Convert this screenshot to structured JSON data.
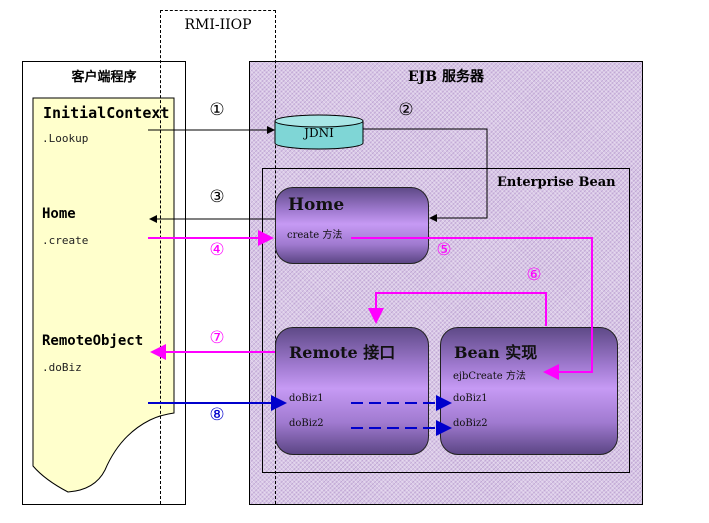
{
  "rmi": {
    "label": "RMI-IIOP"
  },
  "client": {
    "title": "客户端程序",
    "initial_context": "InitialContext",
    "lookup": ".Lookup",
    "home": "Home",
    "create": ".create",
    "remote_object": "RemoteObject",
    "dobiz": ".doBiz"
  },
  "server": {
    "title": "EJB 服务器",
    "jndi": "JDNI",
    "enterprise_bean": "Enterprise Bean",
    "home_box": {
      "title": "Home",
      "method": "create 方法"
    },
    "remote_box": {
      "title": "Remote 接口",
      "methods": [
        "doBiz1",
        "doBiz2"
      ]
    },
    "bean_box": {
      "title": "Bean 实现",
      "create_method": "ejbCreate 方法",
      "methods": [
        "doBiz1",
        "doBiz2"
      ]
    }
  },
  "steps": [
    {
      "label": "①",
      "color": "#000000"
    },
    {
      "label": "②",
      "color": "#000000"
    },
    {
      "label": "③",
      "color": "#000000"
    },
    {
      "label": "④",
      "color": "#ff00ff"
    },
    {
      "label": "⑤",
      "color": "#ff00ff"
    },
    {
      "label": "⑥",
      "color": "#ff00ff"
    },
    {
      "label": "⑦",
      "color": "#ff00ff"
    },
    {
      "label": "⑧",
      "color": "#0000cc"
    }
  ],
  "colors": {
    "client_fill": "#ffffcc",
    "jndi_fill": "#7fd6d6",
    "arrow_black": "#000000",
    "arrow_magenta": "#ff00ff",
    "arrow_blue": "#0000cc"
  }
}
